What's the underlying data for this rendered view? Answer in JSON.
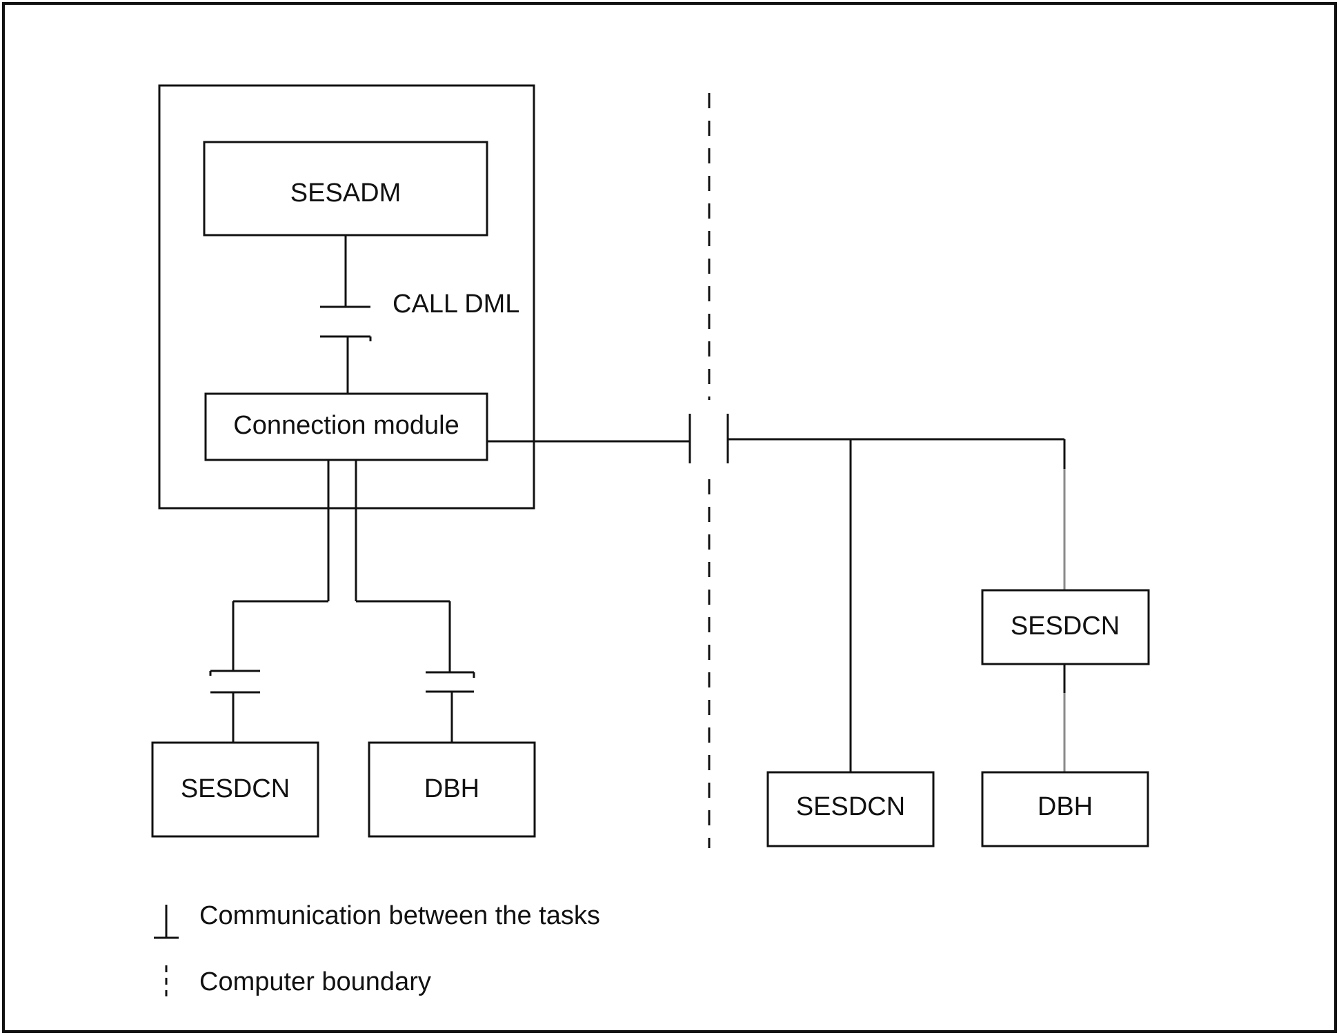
{
  "diagram": {
    "nodes": {
      "sesadm": "SESADM",
      "call_dml": "CALL DML",
      "connection_module": "Connection module",
      "local_sesdcn": "SESDCN",
      "local_dbh": "DBH",
      "remote_sesdcn_upper": "SESDCN",
      "remote_sesdcn_lower": "SESDCN",
      "remote_dbh": "DBH"
    },
    "legend": {
      "communication": "Communication between the tasks",
      "boundary": "Computer boundary"
    }
  }
}
